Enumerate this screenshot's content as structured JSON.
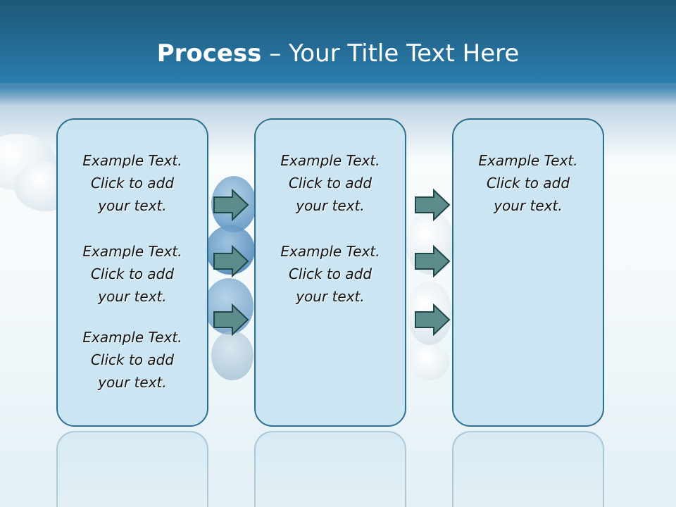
{
  "title": {
    "strong": "Process",
    "rest": " – Your Title Text Here"
  },
  "boxes": [
    {
      "paragraphs": [
        [
          "Example Text.",
          "Click  to add",
          "your text."
        ],
        [
          "Example Text.",
          "Click  to add",
          "your text."
        ],
        [
          "Example Text.",
          "Click  to add",
          "your text."
        ]
      ]
    },
    {
      "paragraphs": [
        [
          "Example Text.",
          "Click  to add",
          "your text."
        ],
        [
          "Example Text.",
          "Click  to add",
          "your text."
        ]
      ]
    },
    {
      "paragraphs": [
        [
          "Example Text.",
          "Click  to add",
          "your text."
        ]
      ]
    }
  ],
  "colors": {
    "banner": "#2773a0",
    "box_fill": "#c8e3f1",
    "box_border": "#2d6f91",
    "arrow_fill": "#5d8c8c",
    "arrow_border": "#1f4747"
  },
  "icons": [
    "right-arrow-icon"
  ]
}
